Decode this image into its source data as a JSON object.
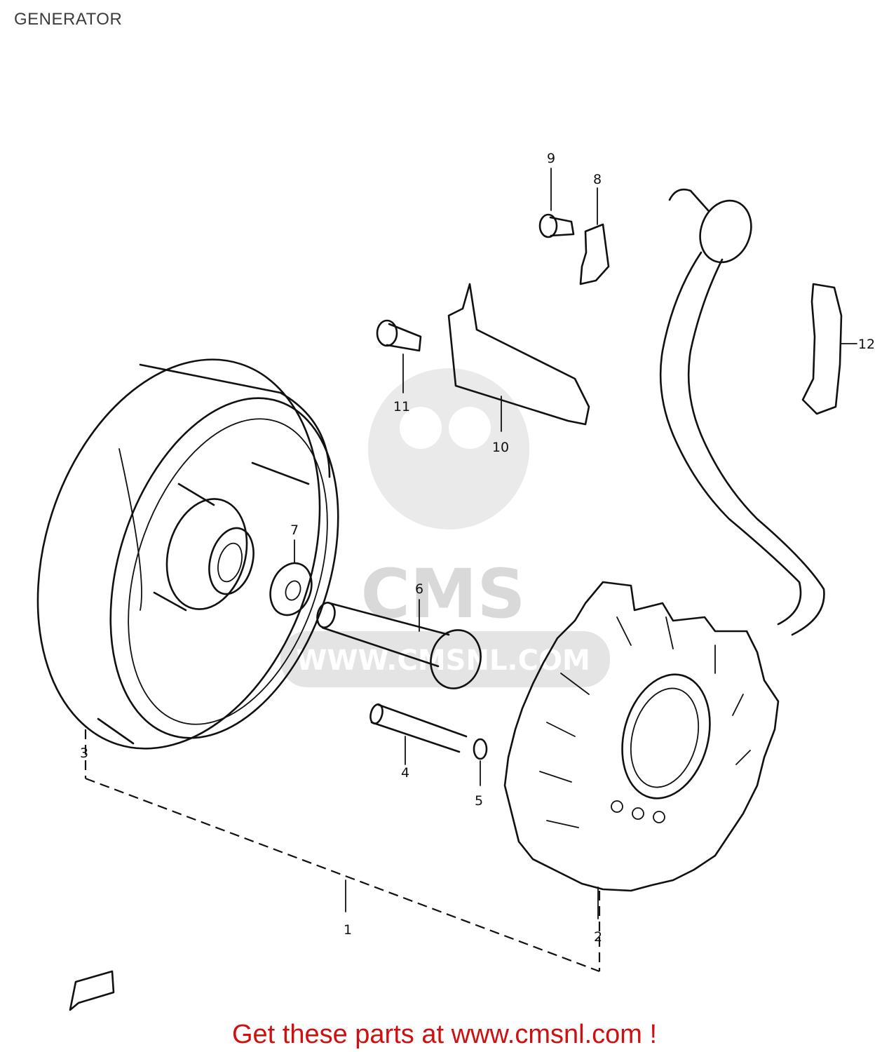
{
  "header": {
    "title": "GENERATOR"
  },
  "watermark": {
    "brand": "CMS",
    "site": "WWW.CMSNL.COM"
  },
  "callouts": [
    "1",
    "2",
    "3",
    "4",
    "5",
    "6",
    "7",
    "8",
    "9",
    "10",
    "11",
    "12"
  ],
  "footer": {
    "promo": "Get these parts at www.cmsnl.com !"
  },
  "colors": {
    "promo": "#d01010",
    "lineart": "#111111",
    "watermark": "#d9d9d9"
  }
}
